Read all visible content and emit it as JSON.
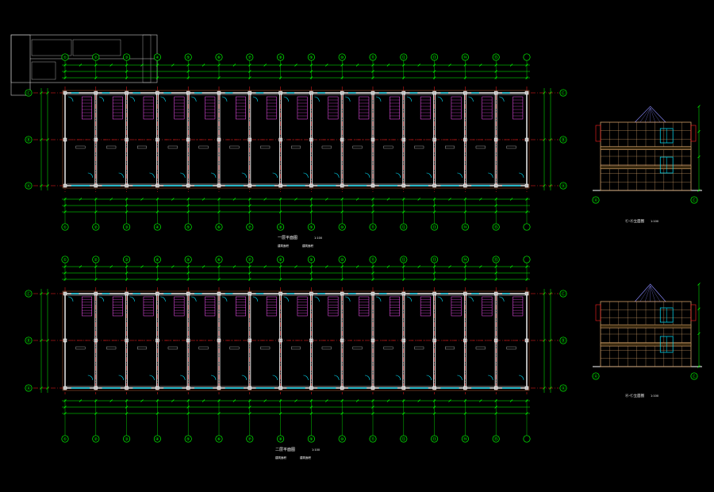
{
  "palette": {
    "background": "#000000",
    "dim_lines": "#00ff00",
    "walls": "#ffffff",
    "axis_lines": "#ff2020",
    "fixtures": "#00e5ff",
    "bubbles": "#00ff00",
    "stairs": "#ff55ff",
    "hatch": "#a0522d",
    "elevation_grid": "#d2a06a",
    "glazing": "#00e5ff",
    "labels": "#ffffff",
    "key_plan": "#c8c8c8",
    "roof": "#8a8aff"
  },
  "axes_top_plan": [
    "①",
    "②",
    "③",
    "④",
    "⑤",
    "⑥",
    "⑦",
    "⑧",
    "⑨",
    "⑩",
    "⑪",
    "⑫",
    "⑬",
    "⑭",
    "⑮"
  ],
  "axes_side": [
    "Ⓐ",
    "Ⓑ",
    "Ⓒ"
  ],
  "plans": [
    {
      "id": "first-floor",
      "title": "一层平面图",
      "subtitle": "1:100",
      "note_left": "建筑面积",
      "note_right": "建筑面积"
    },
    {
      "id": "second-floor",
      "title": "二层平面图",
      "subtitle": "1:100",
      "note_left": "建筑面积",
      "note_right": "建筑面积"
    }
  ],
  "elevations": [
    {
      "id": "elevation-upper",
      "title": "Ⓒ-Ⓐ立面图",
      "subtitle": "1:100"
    },
    {
      "id": "elevation-lower",
      "title": "Ⓐ-Ⓒ立面图",
      "subtitle": "1:100"
    }
  ]
}
